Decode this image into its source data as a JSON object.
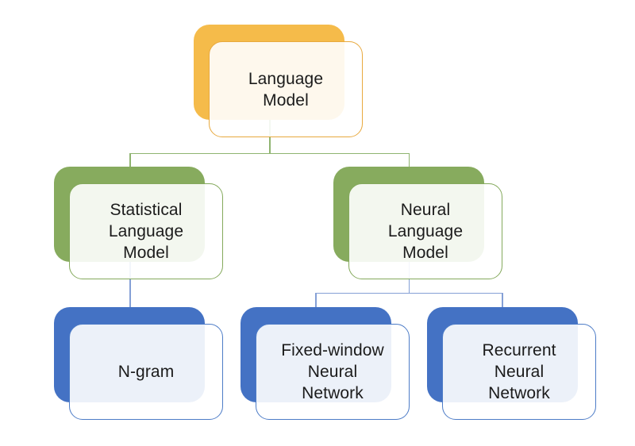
{
  "diagram": {
    "type": "tree",
    "root": "Language Model",
    "edges": [
      [
        "Language Model",
        "Statistical Language Model"
      ],
      [
        "Language Model",
        "Neural Language Model"
      ],
      [
        "Statistical Language Model",
        "N-gram"
      ],
      [
        "Neural Language Model",
        "Fixed-window Neural Network"
      ],
      [
        "Neural Language Model",
        "Recurrent Neural Network"
      ]
    ]
  },
  "nodes": [
    {
      "id": "language-model",
      "label": "Language Model",
      "lines": [
        "Language",
        "Model"
      ],
      "palette": "gold"
    },
    {
      "id": "statistical-language-model",
      "label": "Statistical Language Model",
      "lines": [
        "Statistical",
        "Language",
        "Model"
      ],
      "palette": "green"
    },
    {
      "id": "neural-language-model",
      "label": "Neural Language Model",
      "lines": [
        "Neural",
        "Language",
        "Model"
      ],
      "palette": "green"
    },
    {
      "id": "n-gram",
      "label": "N-gram",
      "lines": [
        "N-gram"
      ],
      "palette": "blue"
    },
    {
      "id": "fixed-window-neural-network",
      "label": "Fixed-window Neural Network",
      "lines": [
        "Fixed-window",
        "Neural",
        "Network"
      ],
      "palette": "blue"
    },
    {
      "id": "recurrent-neural-network",
      "label": "Recurrent Neural Network",
      "lines": [
        "Recurrent",
        "Neural",
        "Network"
      ],
      "palette": "blue"
    }
  ],
  "colors": {
    "background": "#ffffff",
    "text": "#1b1b1b",
    "front_fill": "rgba(255,255,255,0.9)",
    "gold": {
      "back": "#F5BB4A",
      "border": "#E8A93E"
    },
    "green": {
      "back": "#87AB5E",
      "border": "#84A95C"
    },
    "blue": {
      "back": "#4472C4",
      "border": "#4D7CC7"
    },
    "connector_green": "#8FB470",
    "connector_blue": "#85A0D6"
  }
}
